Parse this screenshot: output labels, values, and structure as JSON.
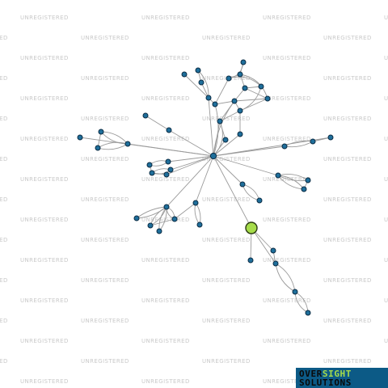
{
  "watermark": {
    "text": "UNREGISTERED"
  },
  "logo": {
    "word_a": "OVER",
    "word_b": "SIGHT",
    "word_c": "SOLUTIONS",
    "bg": "#0c5a86",
    "accent": "#a6dc4a"
  },
  "colors": {
    "node": "#1f6f9b",
    "focus_node": "#a6dc4a",
    "edge": "#9a9a9a"
  }
}
